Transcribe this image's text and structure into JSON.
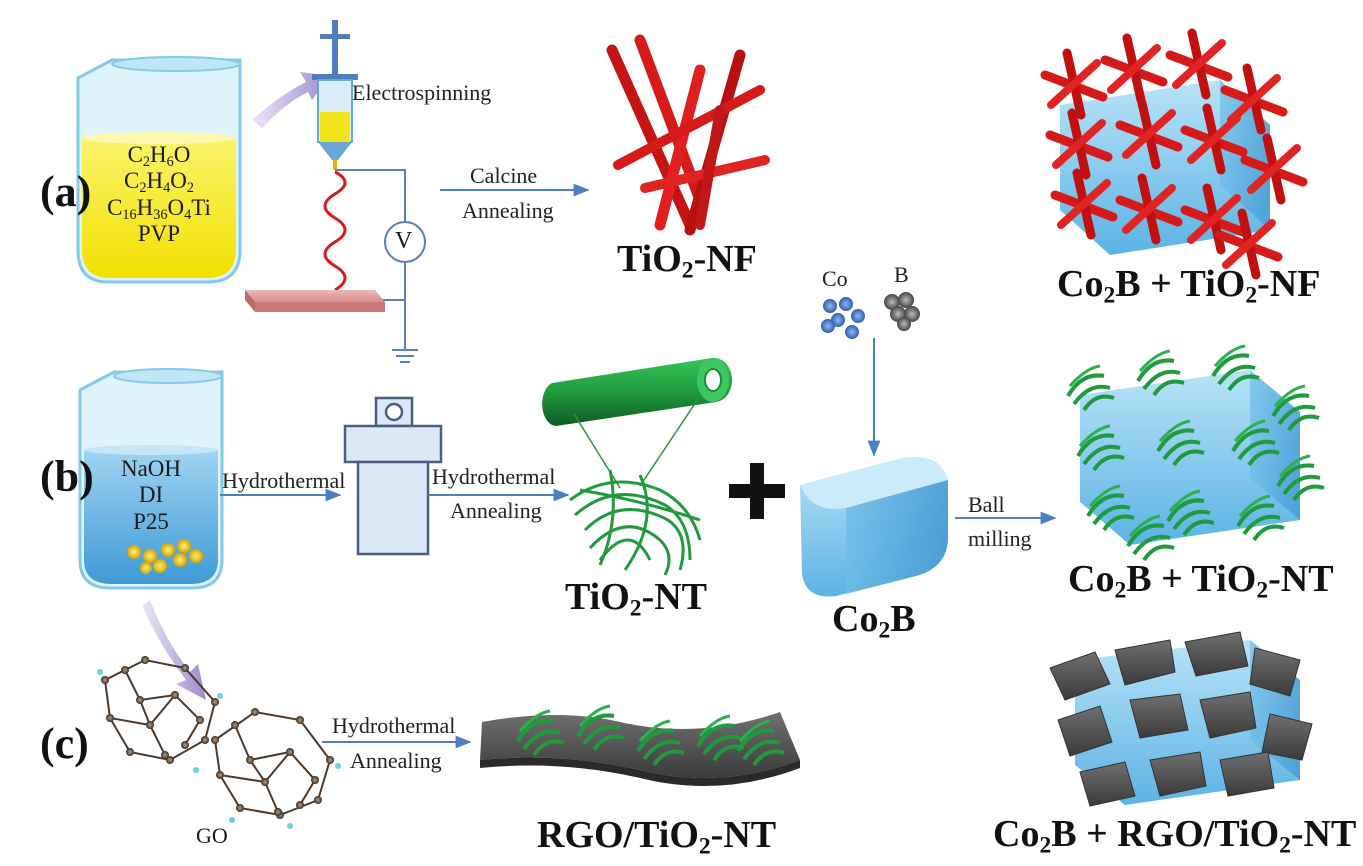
{
  "panels": {
    "a": "(a)",
    "b": "(b)",
    "c": "(c)"
  },
  "beaker_a": {
    "lines": [
      {
        "main": "C",
        "s1": "2",
        "m2": "H",
        "s2": "6",
        "m3": "O",
        "s3": "",
        "m4": "",
        "s4": "",
        "m5": ""
      },
      {
        "main": "C",
        "s1": "2",
        "m2": "H",
        "s2": "4",
        "m3": "O",
        "s3": "2",
        "m4": "",
        "s4": "",
        "m5": ""
      },
      {
        "main": "C",
        "s1": "16",
        "m2": "H",
        "s2": "36",
        "m3": "O",
        "s3": "4",
        "m4": "Ti",
        "s4": "",
        "m5": ""
      },
      {
        "main": "PVP",
        "s1": "",
        "m2": "",
        "s2": "",
        "m3": "",
        "s3": "",
        "m4": "",
        "s4": "",
        "m5": ""
      }
    ]
  },
  "beaker_b": {
    "lines": [
      "NaOH",
      "DI",
      "P25"
    ]
  },
  "steps": {
    "electrospinning": "Electrospinning",
    "calcine": "Calcine",
    "annealing_a": "Annealing",
    "hydrothermal_1": "Hydrothermal",
    "hydrothermal_2": "Hydrothermal",
    "annealing_b": "Annealing",
    "ball": "Ball",
    "milling": "milling",
    "hydrothermal_c": "Hydrothermal",
    "annealing_c": "Annealing"
  },
  "voltmeter": "V",
  "elements": {
    "co": "Co",
    "b": "B"
  },
  "plus": "+",
  "products": {
    "tio2_nf": {
      "a": "TiO",
      "s": "2",
      "b": "-NF"
    },
    "tio2_nt": {
      "a": "TiO",
      "s": "2",
      "b": "-NT"
    },
    "co2b": {
      "a": "Co",
      "s": "2",
      "b": "B"
    },
    "rgo_tio2_nt": {
      "a": "RGO/TiO",
      "s": "2",
      "b": "-NT"
    },
    "go": "GO",
    "comp_nf": {
      "a": "Co",
      "s": "2",
      "b": "B + TiO",
      "s2": "2",
      "c": "-NF"
    },
    "comp_nt": {
      "a": "Co",
      "s": "2",
      "b": "B + TiO",
      "s2": "2",
      "c": "-NT"
    },
    "comp_rgo": {
      "a": "Co",
      "s": "2",
      "b": "B + RGO/TiO",
      "s2": "2",
      "c": "-NT"
    }
  },
  "colors": {
    "yellow": "#f6e81c",
    "blue_liquid": "#5aaee0",
    "arrow": "#4a7fc4",
    "fiber_red": "#d61a1a",
    "tube_green": "#1f9a3c",
    "cube": "#7ec9ee",
    "pink": "#e9a3a3",
    "co_ball": "#3c6fc0",
    "b_ball": "#5c5c5c",
    "sheet": "#4a4a4a"
  }
}
